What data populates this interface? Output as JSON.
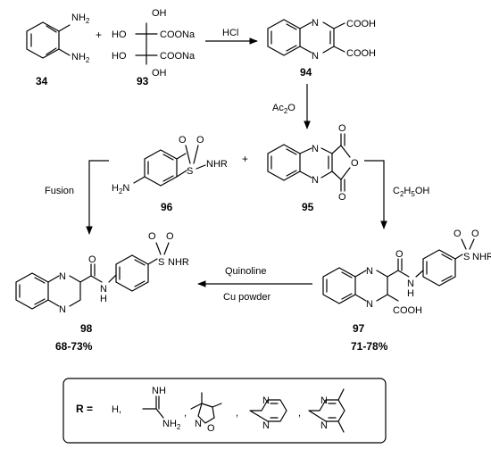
{
  "compounds": {
    "c34": "34",
    "c93": "93",
    "c94": "94",
    "c95": "95",
    "c96": "96",
    "c97": "97",
    "c98": "98"
  },
  "yields": {
    "y97": "71-78%",
    "y98": "68-73%"
  },
  "conditions": {
    "hcl": "HCl",
    "ac2o_main": "Ac",
    "ac2o_sub": "2",
    "ac2o_tail": "O",
    "fusion": "Fusion",
    "etoh_c": "C",
    "etoh_sub1": "2",
    "etoh_h": "H",
    "etoh_sub2": "5",
    "etoh_tail": "OH",
    "quinoline": "Quinoline",
    "cu_powder": "Cu powder"
  },
  "atoms": {
    "nh2": "NH",
    "sub2": "2",
    "h2n": "H",
    "h2n_tail": "N",
    "oh": "OH",
    "ho": "HO",
    "coona": "COONa",
    "cooh": "COOH",
    "n": "N",
    "o": "O",
    "s": "S",
    "nhr": "NHR",
    "h": "H",
    "nh": "NH",
    "plus": "+",
    "comma": ","
  },
  "legend": {
    "r_label": "R =",
    "h_option": "H,"
  }
}
